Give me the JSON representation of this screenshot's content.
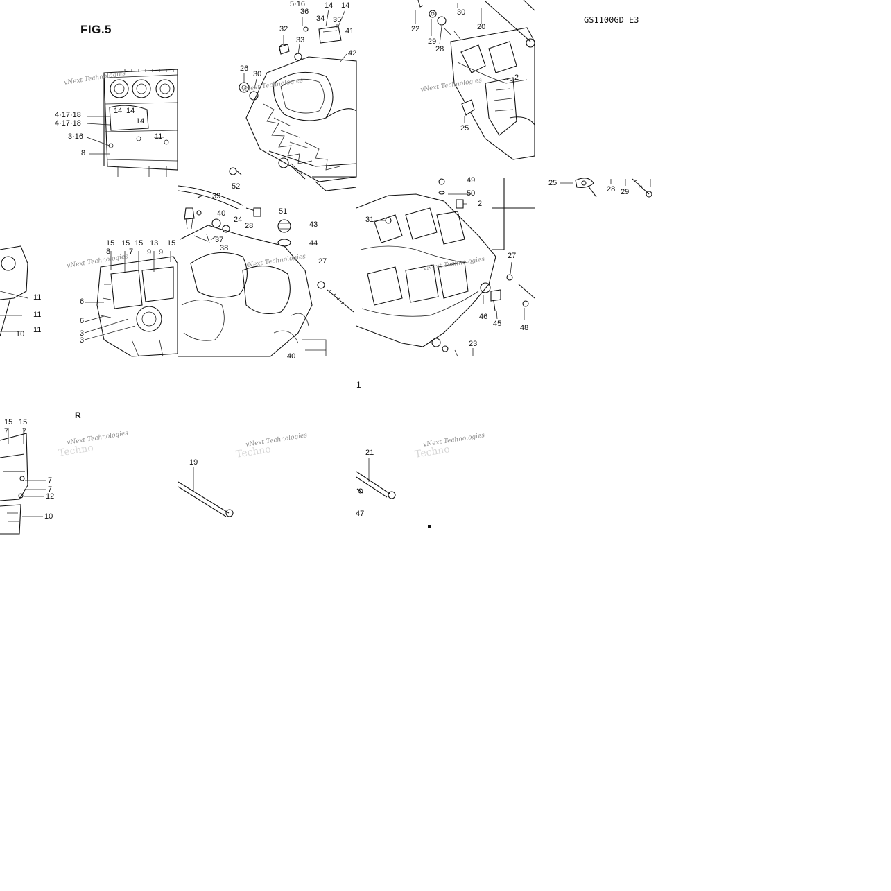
{
  "figure": {
    "title": "FIG.5",
    "model_code": "GS1100GD E3",
    "section_letter": "R",
    "stray_label": "1"
  },
  "watermark": {
    "primary": "vNext Technologies",
    "secondary": "Techno"
  },
  "callouts": [
    "5·16",
    "36",
    "14",
    "14",
    "34",
    "35",
    "41",
    "42",
    "32",
    "33",
    "26",
    "30",
    "22",
    "29",
    "28",
    "30",
    "20",
    "2",
    "25",
    "4·17·18",
    "4·17·18",
    "3·16",
    "8",
    "14",
    "14",
    "14",
    "11",
    "39",
    "52",
    "40",
    "24",
    "28",
    "51",
    "43",
    "44",
    "38",
    "37",
    "27",
    "49",
    "50",
    "2",
    "31",
    "27",
    "46",
    "45",
    "48",
    "23",
    "40",
    "25",
    "28",
    "29",
    "15",
    "15",
    "15",
    "13",
    "15",
    "8",
    "7",
    "9",
    "9",
    "6",
    "6",
    "3",
    "3",
    "11",
    "11",
    "11",
    "10",
    "15",
    "15",
    "7",
    "7",
    "7",
    "7",
    "12",
    "10",
    "19",
    "21",
    "47"
  ]
}
